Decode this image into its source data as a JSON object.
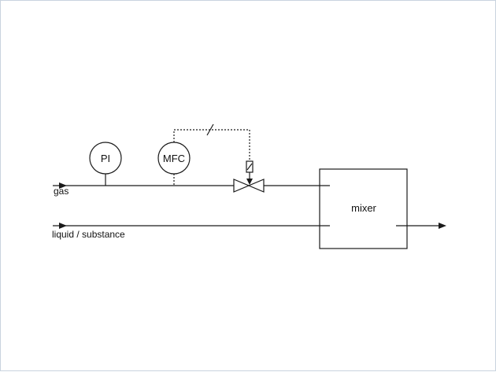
{
  "labels": {
    "pi": "PI",
    "mfc": "MFC",
    "gas": "gas",
    "liquid": "liquid / substance",
    "mixer": "mixer"
  },
  "colors": {
    "line": "#1a1a1a",
    "border": "#c9d3df",
    "background": "#ffffff"
  }
}
